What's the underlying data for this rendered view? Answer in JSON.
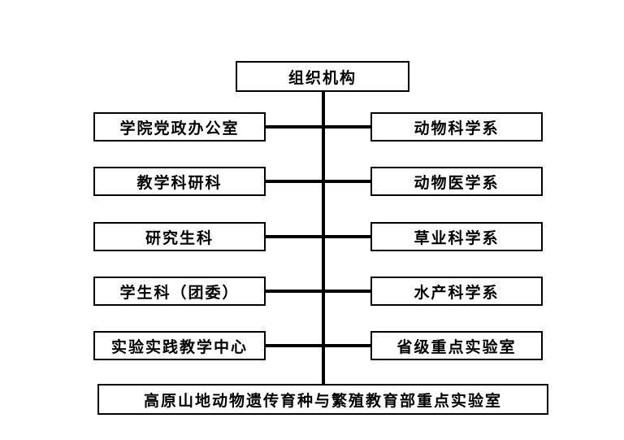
{
  "org_chart": {
    "root_label": "组织机构",
    "rows": [
      {
        "left": "学院党政办公室",
        "right": "动物科学系"
      },
      {
        "left": "教学科研科",
        "right": "动物医学系"
      },
      {
        "left": "研究生科",
        "right": "草业科学系"
      },
      {
        "left": "学生科（团委）",
        "right": "水产科学系"
      },
      {
        "left": "实验实践教学中心",
        "right": "省级重点实验室"
      }
    ],
    "bottom_label": "高原山地动物遗传育种与繁殖教育部重点实验室",
    "colors": {
      "line": "#000000",
      "box_border": "#000000",
      "box_background": "#ffffff",
      "page_background": "#ffffff",
      "text": "#000000"
    }
  }
}
